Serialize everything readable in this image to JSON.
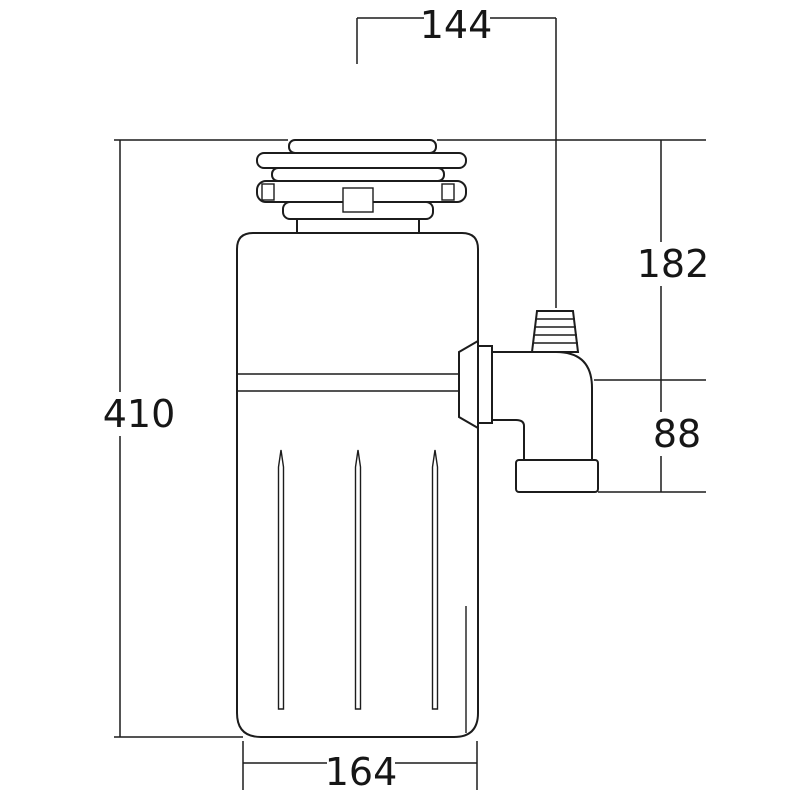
{
  "drawing": {
    "background_color": "#ffffff",
    "line_color": "#1c1c1c",
    "subject": "food-waste-disposer-dimension-drawing",
    "dimensions": {
      "top_span": "144",
      "inlet_height": "182",
      "outlet_drop": "88",
      "overall_height": "410",
      "body_width": "164"
    }
  }
}
